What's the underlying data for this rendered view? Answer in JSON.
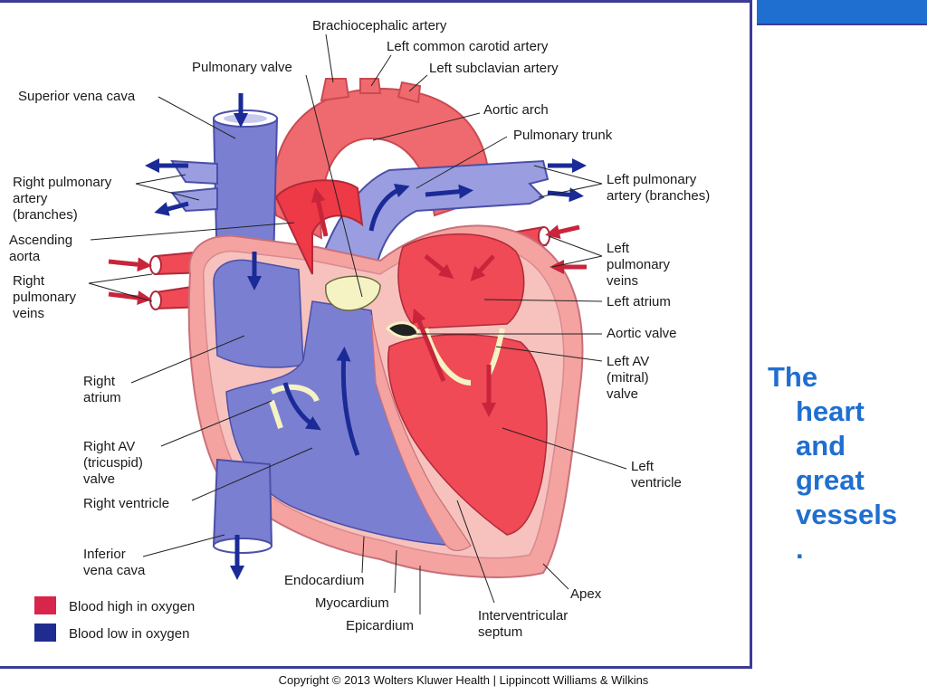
{
  "title": {
    "lines": [
      "The",
      "heart",
      "and",
      "great",
      "vessels",
      "."
    ]
  },
  "copyright": "Copyright © 2013 Wolters Kluwer Health | Lippincott Williams & Wilkins",
  "labels": {
    "brachiocephalic": "Brachiocephalic artery",
    "left_common_carotid": "Left common carotid artery",
    "left_subclavian": "Left subclavian artery",
    "pulmonary_valve": "Pulmonary valve",
    "superior_vena_cava": "Superior vena cava",
    "aortic_arch": "Aortic arch",
    "pulmonary_trunk": "Pulmonary trunk",
    "right_pulmonary_artery": [
      "Right pulmonary",
      "artery",
      "(branches)"
    ],
    "left_pulmonary_artery": [
      "Left pulmonary",
      "artery (branches)"
    ],
    "ascending_aorta": [
      "Ascending",
      "aorta"
    ],
    "right_pulmonary_veins": [
      "Right",
      "pulmonary",
      "veins"
    ],
    "left_pulmonary_veins": [
      "Left",
      "pulmonary",
      "veins"
    ],
    "left_atrium": "Left atrium",
    "aortic_valve": "Aortic valve",
    "right_atrium": [
      "Right",
      "atrium"
    ],
    "left_av_valve": [
      "Left AV",
      "(mitral)",
      "valve"
    ],
    "right_av_valve": [
      "Right AV",
      "(tricuspid)",
      "valve"
    ],
    "right_ventricle": "Right ventricle",
    "left_ventricle": [
      "Left",
      "ventricle"
    ],
    "inferior_vena_cava": [
      "Inferior",
      "vena cava"
    ],
    "endocardium": "Endocardium",
    "myocardium": "Myocardium",
    "epicardium": "Epicardium",
    "apex": "Apex",
    "interventricular_septum": [
      "Interventricular",
      "septum"
    ]
  },
  "legend": {
    "high_oxygen": {
      "label": "Blood high in oxygen",
      "color": "#d8264a"
    },
    "low_oxygen": {
      "label": "Blood low in oxygen",
      "color": "#1f2b8f"
    }
  },
  "colors": {
    "oxygenated": "#ef4a55",
    "deoxygenated": "#7b7fd1",
    "myocardium": "#f4a3a0",
    "valve": "#f5f2c4",
    "arrow_red": "#c8243c",
    "arrow_blue": "#1a2a96",
    "accent": "#1f6fd0"
  }
}
